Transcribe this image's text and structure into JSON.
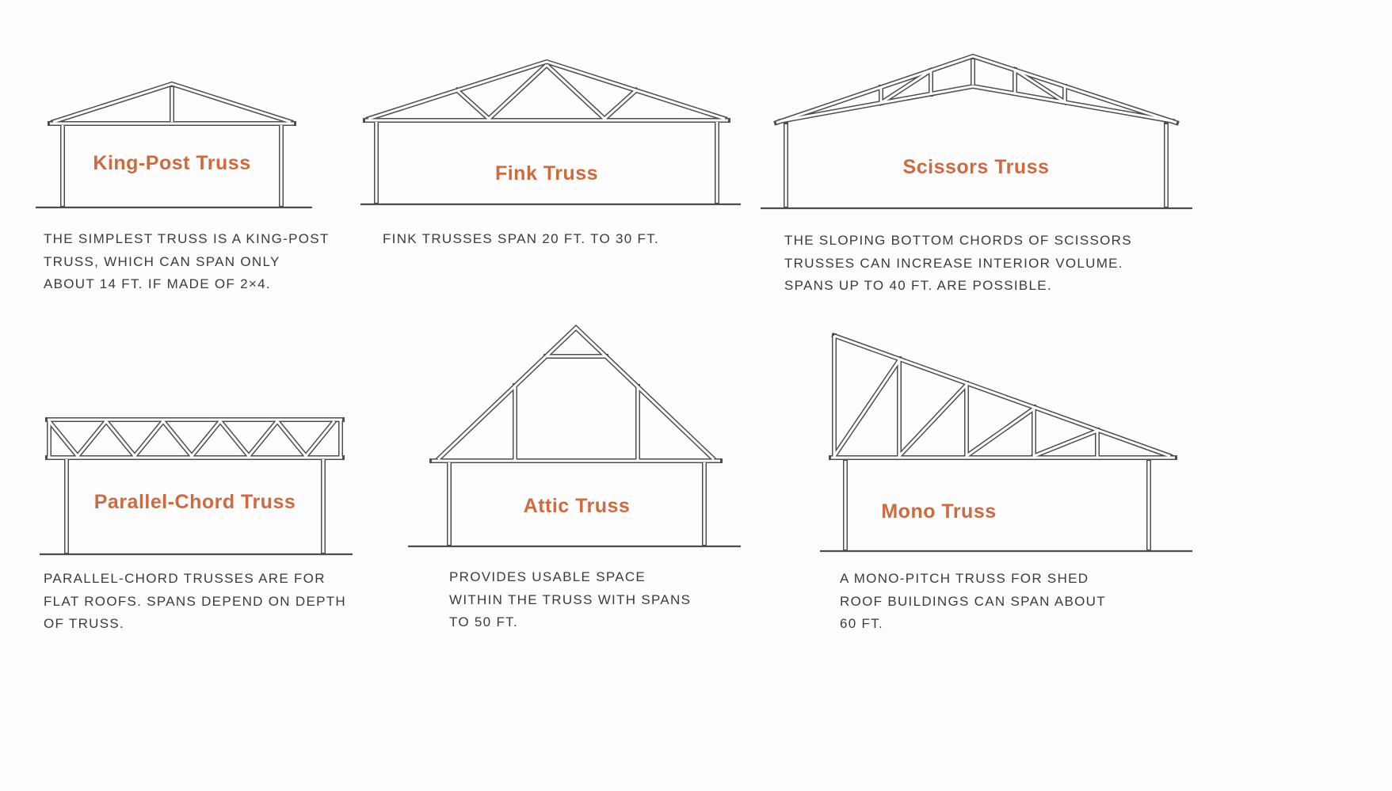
{
  "colors": {
    "accent": "#cf6a3e",
    "line": "#4d4d4d",
    "text": "#3b3b3b",
    "background": "#fdfdfd"
  },
  "trusses": [
    {
      "name": "King-Post Truss",
      "description": "THE SIMPLEST TRUSS IS A KING-POST TRUSS, WHICH CAN SPAN ONLY ABOUT 14 FT. IF MADE OF 2×4."
    },
    {
      "name": "Fink Truss",
      "description": "FINK TRUSSES SPAN 20 FT. TO 30 FT."
    },
    {
      "name": "Scissors Truss",
      "description": "THE SLOPING BOTTOM CHORDS OF SCISSORS TRUSSES CAN INCREASE INTERIOR VOLUME. SPANS UP TO 40 FT. ARE POSSIBLE."
    },
    {
      "name": "Parallel-Chord Truss",
      "description": "PARALLEL-CHORD TRUSSES ARE FOR FLAT ROOFS. SPANS DEPEND ON DEPTH OF TRUSS."
    },
    {
      "name": "Attic Truss",
      "description": "PROVIDES USABLE SPACE WITHIN THE TRUSS WITH SPANS TO 50 FT."
    },
    {
      "name": "Mono Truss",
      "description": "A MONO-PITCH TRUSS FOR SHED ROOF BUILDINGS CAN SPAN ABOUT 60 FT."
    }
  ]
}
